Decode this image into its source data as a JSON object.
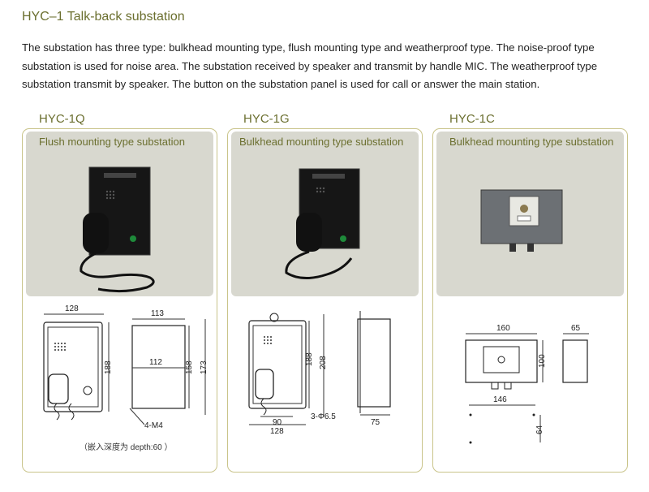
{
  "title": "HYC–1  Talk-back substation",
  "intro": "The substation has three type:  bulkhead mounting type, flush mounting type and weatherproof type. The noise-proof type substation is used for noise area. The substation received by speaker and transmit by handle MIC. The weatherproof type substation transmit by speaker. The button on the substation panel is used for call or answer the main station.",
  "products": [
    {
      "model": "HYC-1Q",
      "subtitle": "Flush mounting type substation",
      "dims": {
        "w1": "128",
        "h1": "188",
        "w2": "113",
        "w3": "112",
        "h2": "158",
        "h3": "173",
        "holes": "4-M4"
      },
      "note": "（嵌入深度为  depth:60  ）"
    },
    {
      "model": "HYC-1G",
      "subtitle": "Bulkhead mounting type substation",
      "dims": {
        "h1": "188",
        "h2": "208",
        "w1": "90",
        "w2": "128",
        "holes": "3-Φ6.5",
        "depth": "75"
      }
    },
    {
      "model": "HYC-1C",
      "subtitle": "Bulkhead mounting type substation",
      "dims": {
        "w1": "160",
        "h1": "100",
        "d1": "65",
        "w2": "146",
        "h2": "64"
      }
    }
  ],
  "colors": {
    "accent": "#6b6f2f",
    "border": "#c9c48a",
    "panel": "#d8d8cf"
  }
}
